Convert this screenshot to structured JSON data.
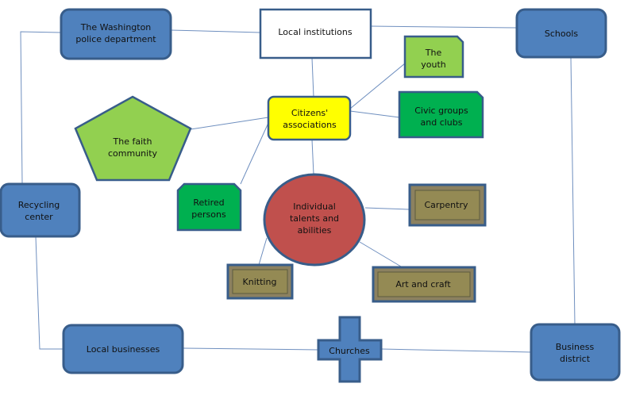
{
  "nodes": {
    "police": {
      "line1": "The Washington",
      "line2": "police department"
    },
    "institutions": {
      "label": "Local institutions"
    },
    "schools": {
      "label": "Schools"
    },
    "youth": {
      "line1": "The",
      "line2": "youth"
    },
    "citizens": {
      "line1": "Citizens'",
      "line2": "associations"
    },
    "civic": {
      "line1": "Civic groups",
      "line2": "and clubs"
    },
    "faith": {
      "line1": "The faith",
      "line2": "community"
    },
    "retired": {
      "line1": "Retired",
      "line2": "persons"
    },
    "recycling": {
      "line1": "Recycling",
      "line2": "center"
    },
    "talents": {
      "line1": "Individual",
      "line2": "talents and",
      "line3": "abilities"
    },
    "carpentry": {
      "label": "Carpentry"
    },
    "knitting": {
      "label": "Knitting"
    },
    "art": {
      "label": "Art and craft"
    },
    "businesses": {
      "label": "Local businesses"
    },
    "churches": {
      "label": "Churches"
    },
    "business_district": {
      "line1": "Business",
      "line2": "district"
    }
  },
  "colors": {
    "blue": "#4f81bd",
    "yellow": "#ffff00",
    "light_green": "#92d050",
    "green": "#00b050",
    "red": "#c0504d",
    "olive": "#948a54"
  }
}
